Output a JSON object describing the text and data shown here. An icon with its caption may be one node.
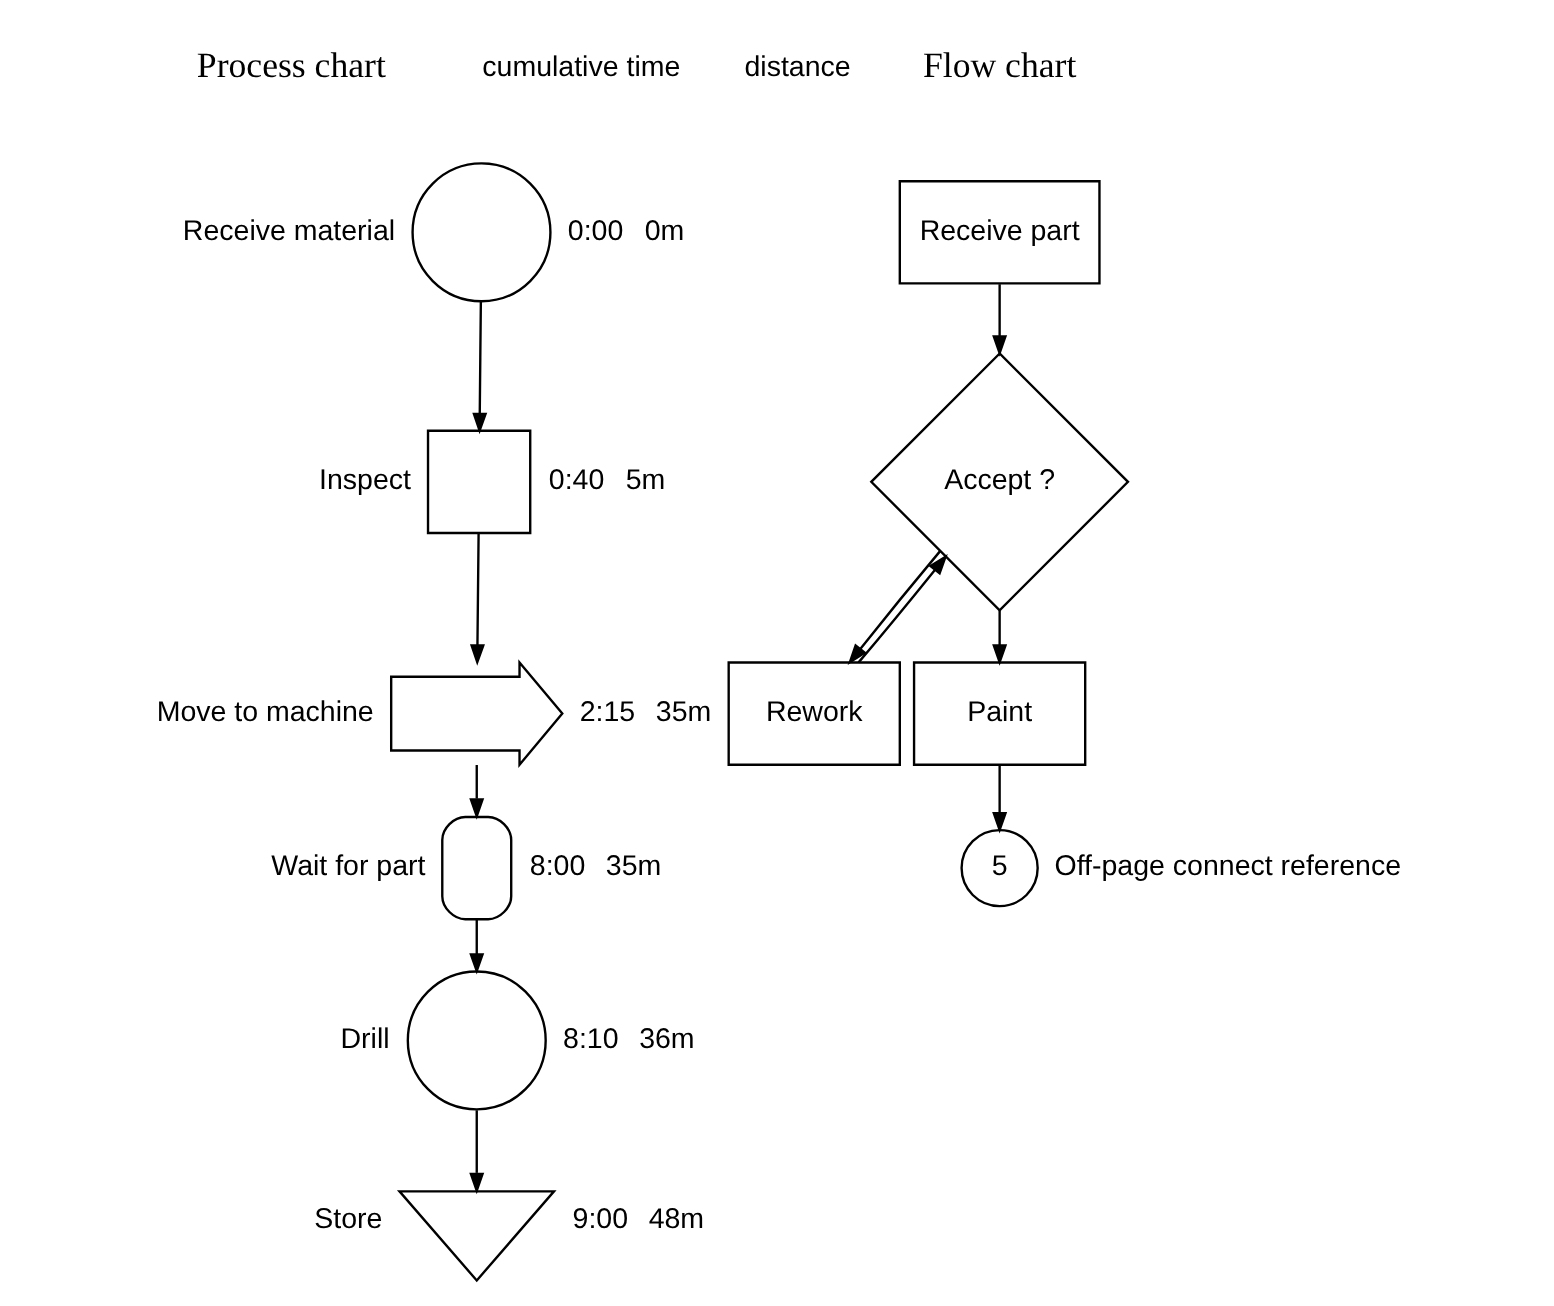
{
  "diagram": {
    "nodes": [
      {
        "text": [],
        "shape": "circle",
        "beside": [
          "Receive material",
          "0:00",
          "0m"
        ]
      },
      {
        "text": [],
        "shape": "box",
        "beside": [
          "Inspect",
          "0:40",
          "5m"
        ]
      },
      {
        "text": [],
        "shape": "arrow",
        "beside": [
          "Move to machine",
          "2:15",
          "35m"
        ]
      },
      {
        "text": [],
        "shape": "semicircle",
        "beside": [
          "Wait for part",
          "8:00",
          "35m"
        ]
      },
      {
        "text": [],
        "shape": "circle",
        "beside": [
          "Drill",
          "8:10",
          "36m"
        ]
      },
      {
        "text": [],
        "shape": "triangle",
        "beside": [
          "Store",
          "9:00",
          "48m"
        ]
      },
      {
        "text": [
          "Receive part"
        ]
      },
      {
        "text": [
          "Accept ?"
        ]
      },
      {
        "text": [
          "Rework"
        ]
      },
      {
        "text": [
          "Paint"
        ]
      },
      {
        "text": [
          "5"
        ],
        "beside": [
          "Off-page connect reference"
        ]
      }
    ],
    "edges": [
      {
        "from": 0,
        "to": 1,
        "arrow": "to"
      },
      {
        "from": 1,
        "to": 2,
        "arrow": "to"
      },
      {
        "from": 2,
        "to": 3,
        "arrow": "to"
      },
      {
        "from": 3,
        "to": 4,
        "arrow": "to"
      },
      {
        "from": 4,
        "to": 5,
        "arrow": "to"
      },
      {
        "from": 6,
        "to": 7,
        "arrow": "to"
      },
      {
        "from": 7,
        "to": 8,
        "arrow": "to"
      },
      {
        "from": 8,
        "to": 7,
        "arrow": "to"
      },
      {
        "from": 7,
        "to": 9,
        "arrow": "to"
      },
      {
        "from": 9,
        "to": 10,
        "arrow": "to"
      }
    ],
    "labels": [
      "Process chart",
      "cumulative time",
      "distance",
      "Flow chart"
    ]
  }
}
